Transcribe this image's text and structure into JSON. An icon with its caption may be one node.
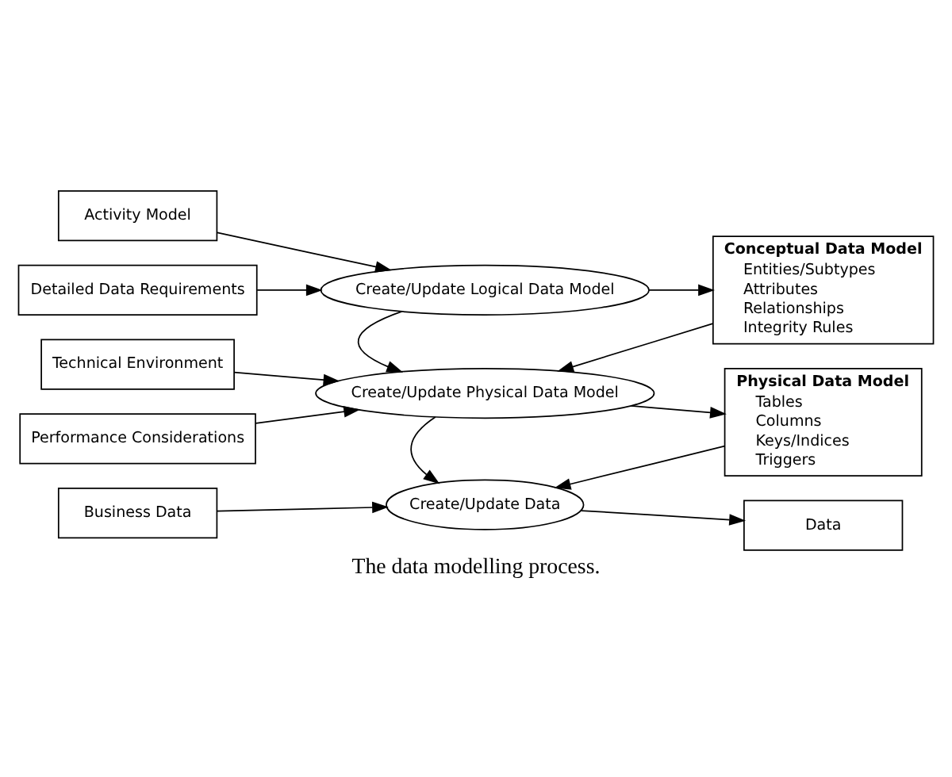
{
  "diagram": {
    "caption": "The data modelling process.",
    "nodes": [
      {
        "text": [
          "Activity Model"
        ]
      },
      {
        "text": [
          "Detailed Data Requirements"
        ]
      },
      {
        "text": [
          "Create/Update Logical Data Model"
        ]
      },
      {
        "text": [
          "Conceptual Data Model",
          "Entities/Subtypes",
          "Attributes",
          "Relationships",
          "Integrity Rules"
        ]
      },
      {
        "text": [
          "Technical Environment"
        ]
      },
      {
        "text": [
          "Performance Considerations"
        ]
      },
      {
        "text": [
          "Create/Update Physical Data Model"
        ]
      },
      {
        "text": [
          "Physical Data Model",
          "Tables",
          "Columns",
          "Keys/Indices",
          "Triggers"
        ]
      },
      {
        "text": [
          "Business Data"
        ]
      },
      {
        "text": [
          "Create/Update Data"
        ]
      },
      {
        "text": [
          "Data"
        ]
      }
    ],
    "edges": [
      {
        "from": 0,
        "to": 2,
        "arrow": "to"
      },
      {
        "from": 1,
        "to": 2,
        "arrow": "to"
      },
      {
        "from": 2,
        "to": 3,
        "arrow": "to"
      },
      {
        "from": 2,
        "to": 6,
        "arrow": "to"
      },
      {
        "from": 3,
        "to": 6,
        "arrow": "to"
      },
      {
        "from": 4,
        "to": 6,
        "arrow": "to"
      },
      {
        "from": 5,
        "to": 6,
        "arrow": "to"
      },
      {
        "from": 6,
        "to": 7,
        "arrow": "to"
      },
      {
        "from": 6,
        "to": 9,
        "arrow": "to"
      },
      {
        "from": 7,
        "to": 9,
        "arrow": "to"
      },
      {
        "from": 8,
        "to": 9,
        "arrow": "to"
      },
      {
        "from": 9,
        "to": 10,
        "arrow": "to"
      }
    ]
  }
}
